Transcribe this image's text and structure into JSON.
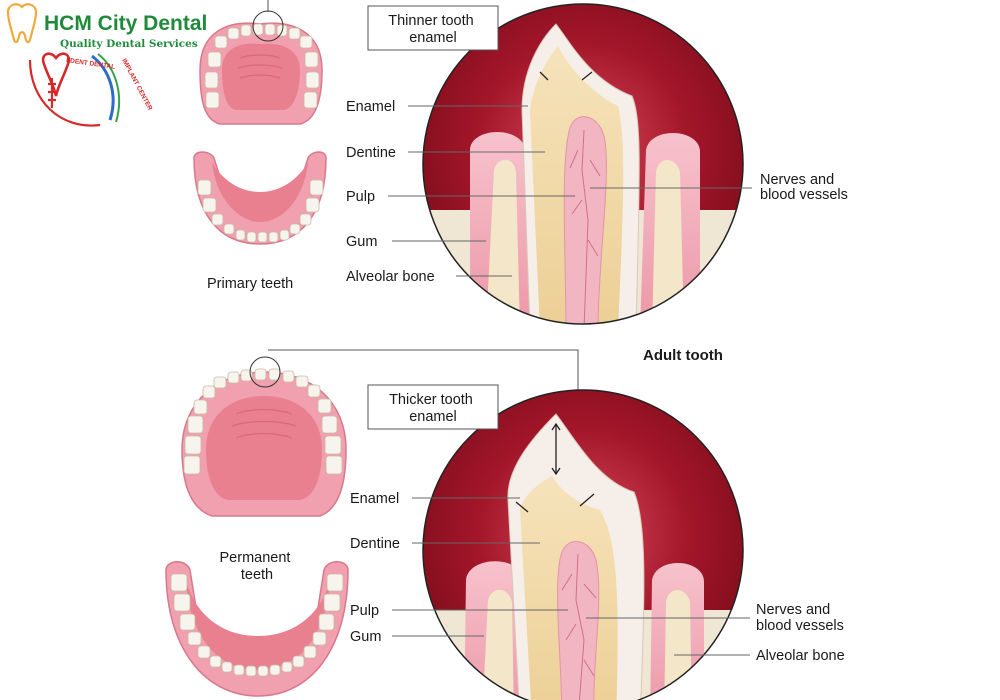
{
  "brand": {
    "name": "HCM City Dental",
    "tagline": "Quality Dental Services",
    "arc_left": "FDENT DENTAL",
    "arc_right": "IMPLANT CENTER"
  },
  "primary": {
    "caption": "Primary teeth",
    "callout": "Thinner tooth\nenamel",
    "labels": {
      "enamel": "Enamel",
      "dentine": "Dentine",
      "pulp": "Pulp",
      "gum": "Gum",
      "alveolar_bone": "Alveolar bone",
      "nerves": "Nerves and\nblood vessels"
    }
  },
  "adult": {
    "heading": "Adult tooth",
    "caption": "Permanent\nteeth",
    "callout": "Thicker tooth\nenamel",
    "labels": {
      "enamel": "Enamel",
      "dentine": "Dentine",
      "pulp": "Pulp",
      "gum": "Gum",
      "nerves": "Nerves and\nblood vessels",
      "alveolar_bone": "Alveolar bone"
    }
  },
  "colors": {
    "circle_bg": "#8e0f1c",
    "gum": "#f3a9b6",
    "gum_dark": "#e58597",
    "enamel": "#f6efe9",
    "dentine": "#f3dcae",
    "pulp": "#f2b6c2",
    "bone": "#efe6d3",
    "brand_green": "#1f8a3a",
    "brand_red": "#d62929"
  }
}
